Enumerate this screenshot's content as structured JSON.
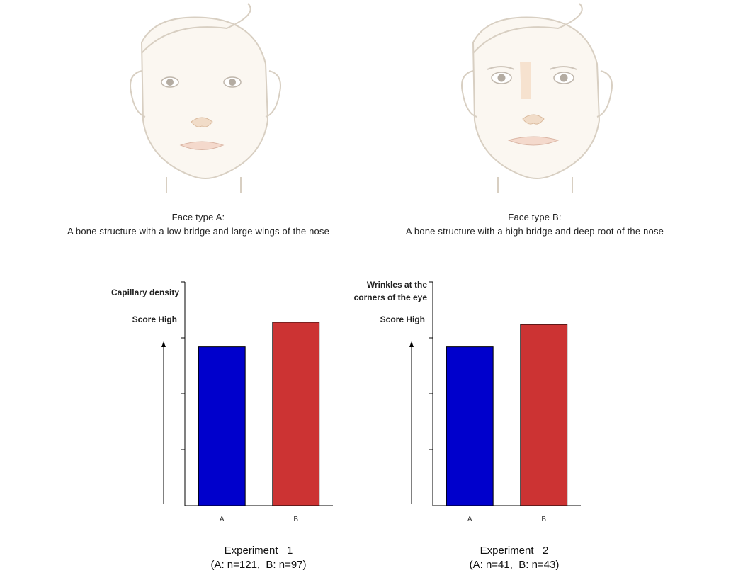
{
  "faces": {
    "a": {
      "line1": "Face type A:",
      "line2": "A bone structure with a low bridge and large wings of the nose"
    },
    "b": {
      "line1": "Face type B:",
      "line2": "A bone structure with a high bridge and deep root of the nose"
    }
  },
  "colors": {
    "bar_a": "#0000cc",
    "bar_b": "#cc3333",
    "face_line": "#d8cfc2",
    "face_fill": "#fbf7f1"
  },
  "chart_data": [
    {
      "type": "bar",
      "categories": [
        "A",
        "B"
      ],
      "values": [
        0.71,
        0.82
      ],
      "ylabel": "Capillary density",
      "ylabel_lines": [
        "Capillary density"
      ],
      "score_label": "Score  High",
      "ylim": [
        0,
        1
      ],
      "grid": false,
      "caption_line1": "Experiment   1",
      "caption_line2": "(A: n=121,  B: n=97)"
    },
    {
      "type": "bar",
      "categories": [
        "A",
        "B"
      ],
      "values": [
        0.71,
        0.81
      ],
      "ylabel": "Wrinkles at the corners of the eye",
      "ylabel_lines": [
        "Wrinkles at the",
        "corners of the eye"
      ],
      "score_label": "Score  High",
      "ylim": [
        0,
        1
      ],
      "grid": false,
      "caption_line1": "Experiment   2",
      "caption_line2": "(A: n=41,  B: n=43)"
    }
  ]
}
